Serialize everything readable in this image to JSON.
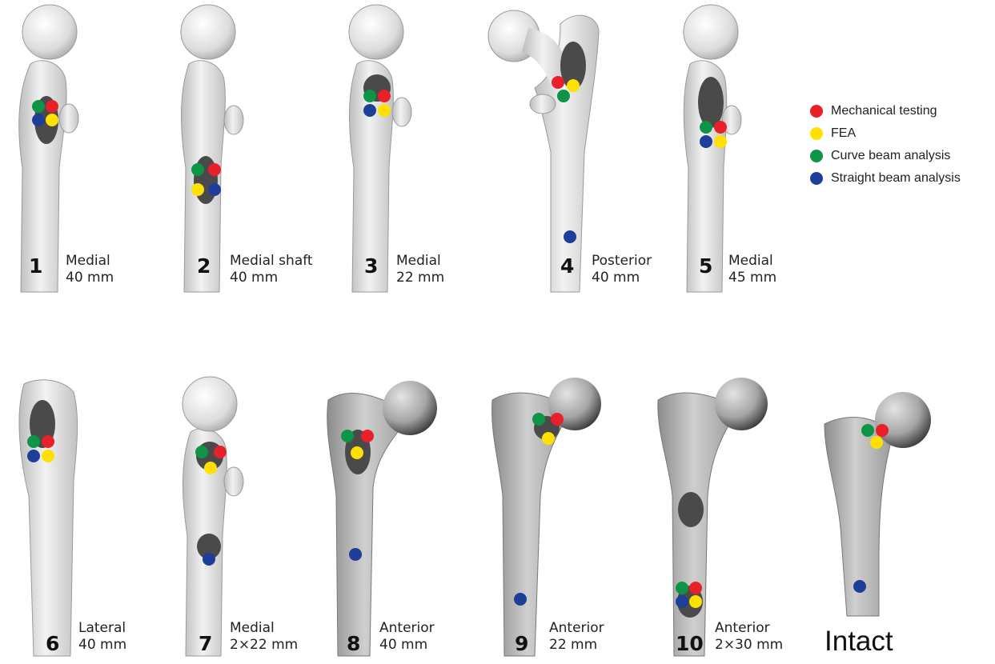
{
  "colors": {
    "mechanical": "#e8202a",
    "fea": "#ffe000",
    "curve": "#0d9447",
    "straight": "#1d3f9a",
    "defect": "#4a4a4a"
  },
  "legend": [
    {
      "key": "mechanical",
      "label": "Mechanical testing"
    },
    {
      "key": "fea",
      "label": "FEA"
    },
    {
      "key": "curve",
      "label": "Curve beam analysis"
    },
    {
      "key": "straight",
      "label": "Straight beam analysis"
    }
  ],
  "panels": [
    {
      "number": "1",
      "location": "Medial",
      "size": "40 mm",
      "view": "medial"
    },
    {
      "number": "2",
      "location": "Medial shaft",
      "size": "40 mm",
      "view": "medial"
    },
    {
      "number": "3",
      "location": "Medial",
      "size": "22 mm",
      "view": "medial"
    },
    {
      "number": "4",
      "location": "Posterior",
      "size": "40 mm",
      "view": "posterior"
    },
    {
      "number": "5",
      "location": "Medial",
      "size": "45 mm",
      "view": "medial"
    },
    {
      "number": "6",
      "location": "Lateral",
      "size": "40 mm",
      "view": "lateral"
    },
    {
      "number": "7",
      "location": "Medial",
      "size": "2×22 mm",
      "view": "medial"
    },
    {
      "number": "8",
      "location": "Anterior",
      "size": "40 mm",
      "view": "anterior"
    },
    {
      "number": "9",
      "location": "Anterior",
      "size": "22 mm",
      "view": "anterior"
    },
    {
      "number": "10",
      "location": "Anterior",
      "size": "2×30 mm",
      "view": "anterior"
    }
  ],
  "intact_label": "Intact"
}
